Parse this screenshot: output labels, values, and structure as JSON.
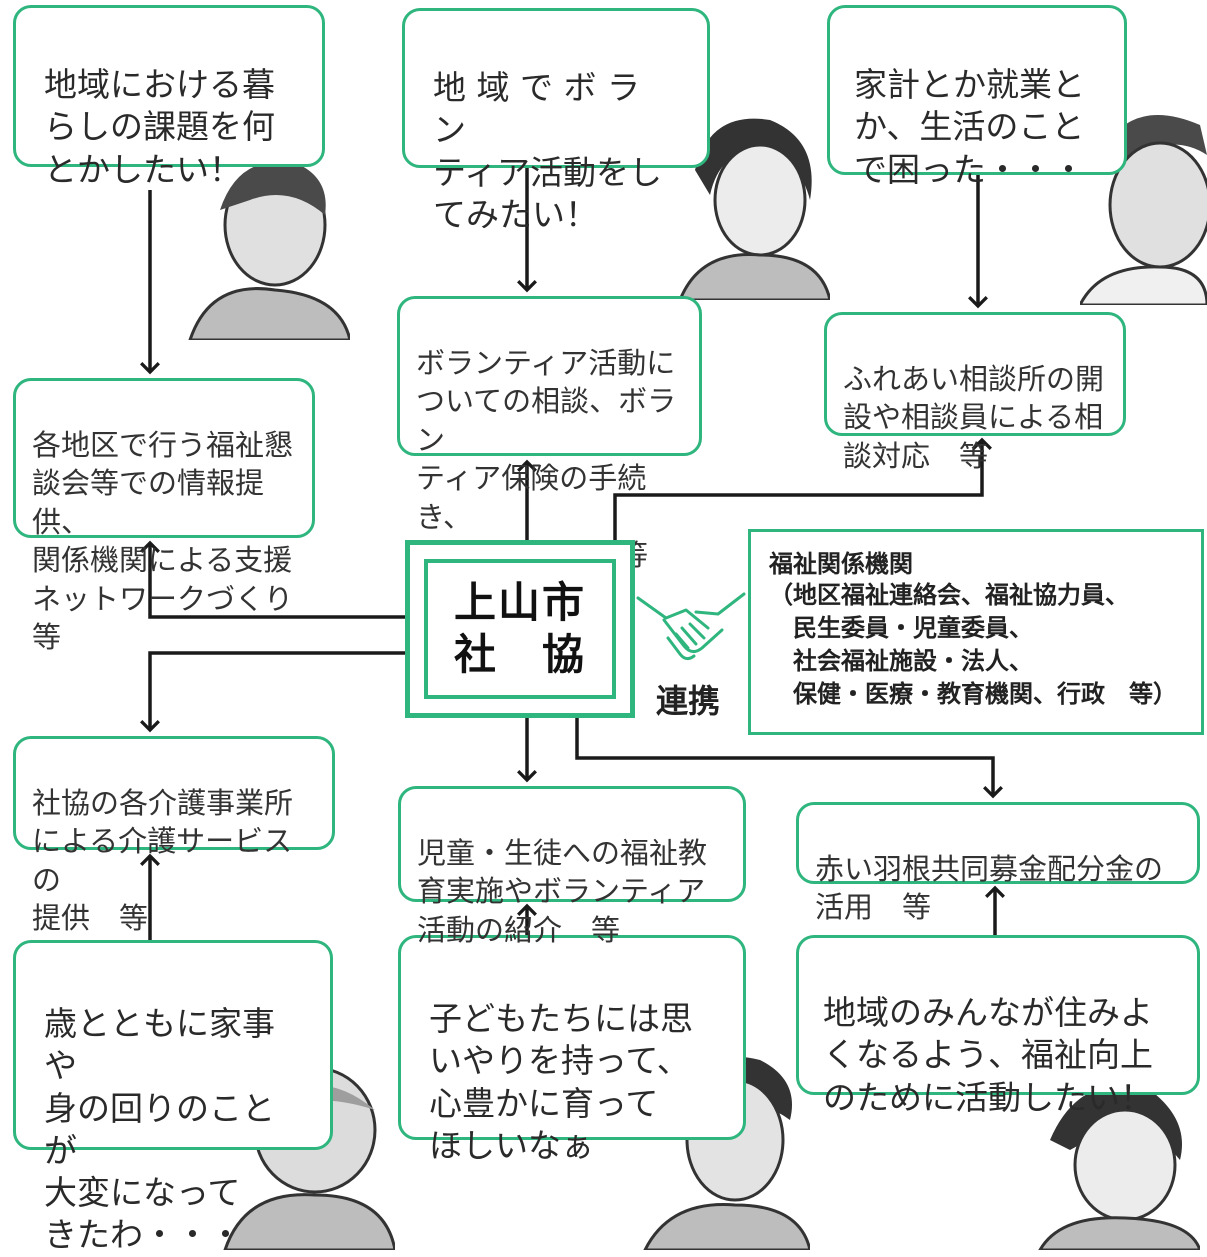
{
  "center": {
    "label": "上山市\n社　協"
  },
  "needs": {
    "top_left": "地域における暮\nらしの課題を何\nとかしたい！",
    "top_center": "地 域 で ボ ラ ン\nティア活動をし\nてみたい！",
    "top_right": "家計とか就業と\nか、生活のこと\nで困った・・・",
    "bottom_left": "歳とともに家事や\n身の回りのことが\n大変になって\nきたわ・・・",
    "bottom_center": "子どもたちには思\nいやりを持って、\n心豊かに育って\nほしいなぁ",
    "bottom_right": "地域のみんなが住みよ\nくなるよう、福祉向上\nのために活動したい！"
  },
  "services": {
    "upper_left": "各地区で行う福祉懇\n談会等での情報提供、\n関係機関による支援\nネットワークづくり　等",
    "upper_center": "ボランティア活動に\nついての相談、ボラン\nティア保険の手続き、\n助成金の紹介　等",
    "upper_right": "ふれあい相談所の開\n設や相談員による相\n談対応　等",
    "lower_left": "社協の各介護事業所\nによる介護サービスの\n提供　等",
    "lower_center": "児童・生徒への福祉教\n育実施やボランティア\n活動の紹介　等",
    "lower_right": "赤い羽根共同募金配分金の\n活用　等"
  },
  "agency": {
    "title": "福祉関係機関",
    "body": "（地区福祉連絡会、福祉協力員、\n　民生委員・児童委員、\n　社会福祉施設・法人、\n　保健・医療・教育機関、行政　等）"
  },
  "cooperation_label": "連携",
  "colors": {
    "accent": "#2fb57e",
    "line": "#1a1a1a",
    "person": "#bdbdbd"
  }
}
